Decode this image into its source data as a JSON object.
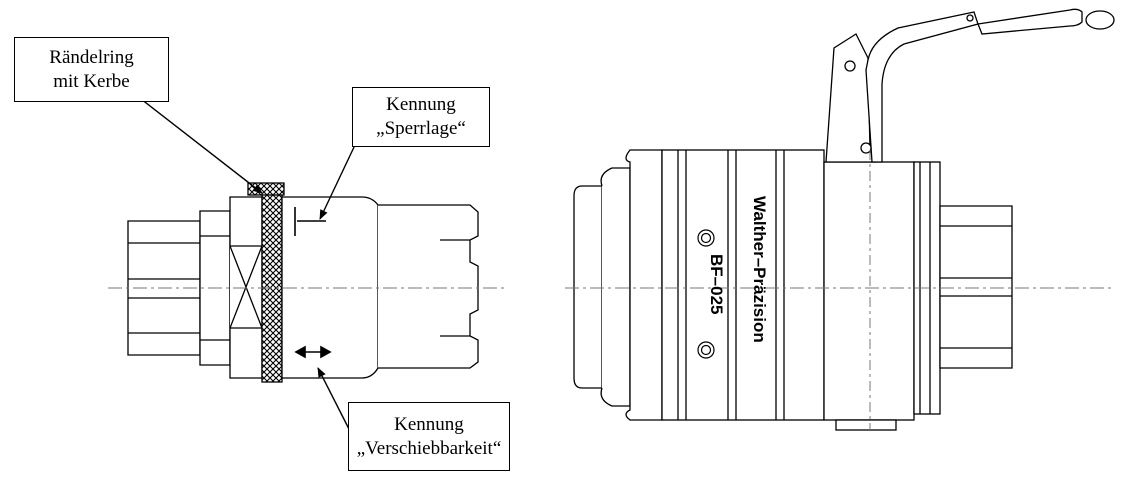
{
  "callouts": {
    "knurl_ring": {
      "line1": "Rändelring",
      "line2": "mit Kerbe"
    },
    "lock_position": {
      "line1": "Kennung",
      "line2": "„Sperrlage“"
    },
    "slidability": {
      "line1": "Kennung",
      "line2": "„Verschiebbarkeit“"
    }
  },
  "coupling": {
    "brand_text": "Walther–Präzision",
    "model_text": "BF–025"
  }
}
